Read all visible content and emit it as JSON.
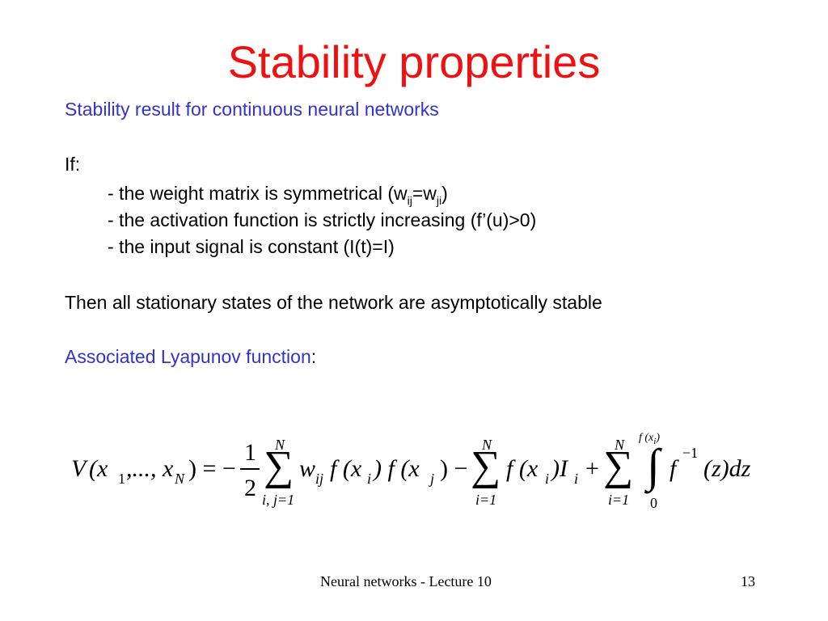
{
  "slide": {
    "title": "Stability properties",
    "subtitle": "Stability result for continuous neural networks",
    "if_label": "If:",
    "bullets": [
      {
        "text": "- the weight matrix is symmetrical (w",
        "sub1": "ij",
        "mid": "=w",
        "sub2": "ji",
        "end": ")"
      },
      {
        "text": "- the activation function is strictly increasing (f’(u)>0)"
      },
      {
        "text": "- the input signal is constant (I(t)=I)"
      }
    ],
    "conclusion": "Then all stationary states of the network are asymptotically stable",
    "lyapunov_label": "Associated Lyapunov function",
    "lyapunov_colon": ":"
  },
  "formula": {
    "V": "V",
    "args": "(x",
    "sub1": "1",
    "dots": ",..., x",
    "subN": "N",
    "close_eq": ") = −",
    "num": "1",
    "den": "2",
    "sum_sym": "∑",
    "sum1_top": "N",
    "sum1_bot": "i, j=1",
    "term1": "w",
    "term1_sub": "ij",
    "term1_b": "f (x",
    "term1_b_sub": "i",
    "term1_c": ") f (x",
    "term1_c_sub": "j",
    "term1_d": ") −",
    "sum2_top": "N",
    "sum2_bot": "i=1",
    "term2": "f (x",
    "term2_sub": "i",
    "term2_b": ")I",
    "term2_b_sub": "i",
    "plus": "+",
    "sum3_top": "N",
    "sum3_bot": "i=1",
    "int_sym": "∫",
    "int_top": "f (x",
    "int_top_sub": "i",
    "int_top_end": ")",
    "int_bot": "0",
    "term3": "f",
    "term3_sup": "−1",
    "term3_b": "(z)dz"
  },
  "footer": {
    "lecture": "Neural networks - Lecture 10",
    "page": "13"
  }
}
